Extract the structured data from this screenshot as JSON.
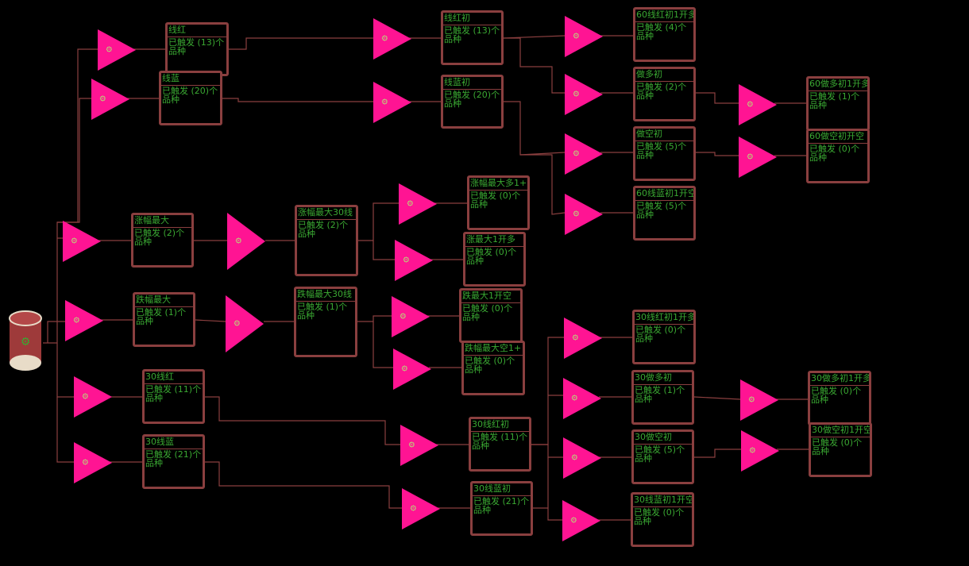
{
  "colors": {
    "background": "#000000",
    "wire": "#8a3f3f",
    "triangle": "#ff1493",
    "node_border": "#8a3f3f",
    "text": "#3aa832"
  },
  "icons": {
    "source": "database-cylinder-icon",
    "filter": "triangle-filter-icon"
  },
  "filter_glyph": "⚙",
  "source": {
    "icon_glyph": "⚙"
  },
  "nodes": {
    "xianhong": {
      "title": "线红",
      "status": "已触发 (13)个品种"
    },
    "xianlan": {
      "title": "线蓝",
      "status": "已触发 (20)个品种"
    },
    "xianhongchu": {
      "title": "线红初",
      "status": "已触发 (13)个品种"
    },
    "xianlanchu": {
      "title": "线蓝初",
      "status": "已触发 (20)个品种"
    },
    "n60xianhongchu1": {
      "title": "60线红初1开多",
      "status": "已触发 (4)个品种"
    },
    "zuoduochu": {
      "title": "做多初",
      "status": "已触发 (2)个品种"
    },
    "zuokongchu": {
      "title": "做空初",
      "status": "已触发 (5)个品种"
    },
    "n60xianlanchu1": {
      "title": "60线蓝初1开空",
      "status": "已触发 (5)个品种"
    },
    "n60zuoduochu1": {
      "title": "60做多初1开多",
      "status": "已触发 (1)个品种"
    },
    "n60zuokongchu": {
      "title": "60做空初开空",
      "status": "已触发 (0)个品种"
    },
    "zhangfuzuida": {
      "title": "涨幅最大",
      "status": "已触发 (2)个品种"
    },
    "zhangfuzuida30": {
      "title": "涨幅最大30线",
      "status": "已触发 (2)个品种"
    },
    "zhangfuzuidaduo1": {
      "title": "涨幅最大多1+",
      "status": "已触发 (0)个品种"
    },
    "zhangzuida1kaiduo": {
      "title": "涨最大1开多",
      "status": "已触发 (0)个品种"
    },
    "diefuzuida": {
      "title": "跌幅最大",
      "status": "已触发 (1)个品种"
    },
    "diefuzuida30": {
      "title": "跌幅最大30线",
      "status": "已触发 (1)个品种"
    },
    "diezuida1kaikong": {
      "title": "跌最大1开空",
      "status": "已触发 (0)个品种"
    },
    "diefuzuidakong1": {
      "title": "跌幅最大空1+",
      "status": "已触发 (0)个品种"
    },
    "n30xianhong": {
      "title": "30线红",
      "status": "已触发 (11)个品种"
    },
    "n30xianlan": {
      "title": "30线蓝",
      "status": "已触发 (21)个品种"
    },
    "n30xianhongchu": {
      "title": "30线红初",
      "status": "已触发 (11)个品种"
    },
    "n30xianlanchu": {
      "title": "30线蓝初",
      "status": "已触发 (21)个品种"
    },
    "n30xianhongchu1": {
      "title": "30线红初1开多",
      "status": "已触发 (0)个品种"
    },
    "n30zuoduochu": {
      "title": "30做多初",
      "status": "已触发 (1)个品种"
    },
    "n30zuokongchu": {
      "title": "30做空初",
      "status": "已触发 (5)个品种"
    },
    "n30xianlanchu1": {
      "title": "30线蓝初1开空",
      "status": "已触发 (0)个品种"
    },
    "n30zuoduochu1": {
      "title": "30做多初1开多",
      "status": "已触发 (0)个品种"
    },
    "n30zuokongchu1": {
      "title": "30做空初1开空",
      "status": "已触发 (0)个品种"
    }
  }
}
